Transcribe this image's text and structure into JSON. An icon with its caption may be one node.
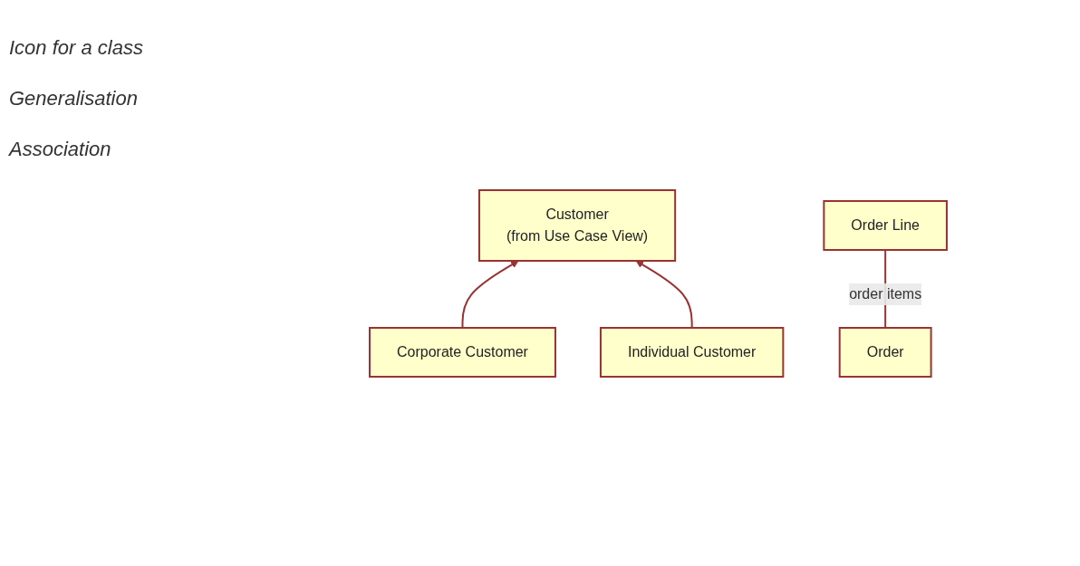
{
  "diagram": {
    "nodes": [
      {
        "text": [
          "Customer",
          "(from Use Case View)"
        ]
      },
      {
        "text": [
          "Corporate Customer"
        ]
      },
      {
        "text": [
          "Individual Customer"
        ]
      },
      {
        "text": [
          "Order"
        ]
      },
      {
        "text": [
          "Order Line"
        ]
      }
    ],
    "edges": [
      {
        "from": 1,
        "to": 0,
        "arrow": "to"
      },
      {
        "from": 2,
        "to": 0,
        "arrow": "to"
      },
      {
        "from": 3,
        "to": 4,
        "arrow": "none",
        "label": "order items"
      }
    ],
    "labels": [
      "Icon for a class",
      "Generalisation",
      "Association"
    ]
  }
}
